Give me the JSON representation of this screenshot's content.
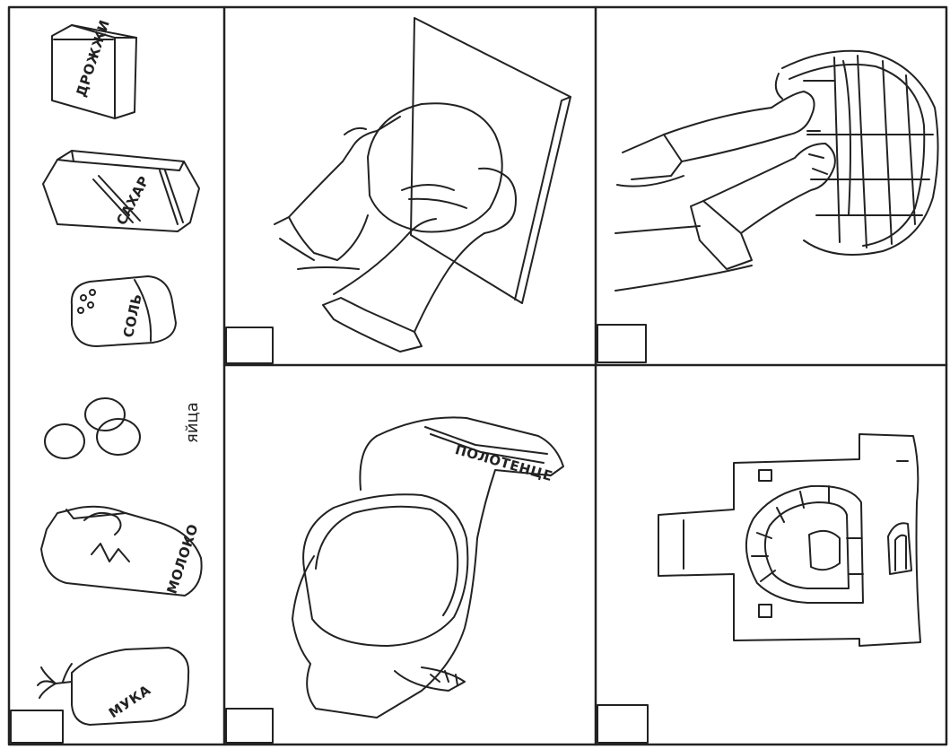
{
  "ingredients": {
    "yeast_label": "ДРОЖЖИ",
    "sugar_label": "САХАР",
    "salt_label": "СОЛЬ",
    "eggs_label": "яйца",
    "milk_label": "МОЛОКО",
    "flour_label": "МУКА"
  },
  "panels": {
    "dough_board": {
      "caption": ""
    },
    "kneading_tub": {
      "caption": ""
    },
    "loaf_towel": {
      "towel_text": "ПОЛОТЕНЦЕ"
    },
    "stove": {
      "caption": ""
    }
  }
}
